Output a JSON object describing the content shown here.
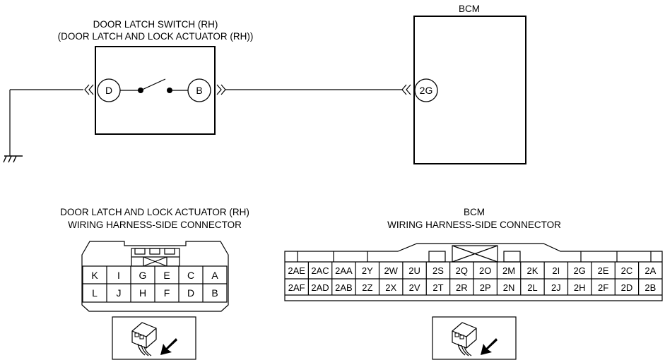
{
  "schematic": {
    "switch_title_line1": "DOOR LATCH SWITCH (RH)",
    "switch_title_line2": "(DOOR LATCH AND LOCK ACTUATOR (RH))",
    "bcm_title": "BCM",
    "switch_pin_left": "D",
    "switch_pin_right": "B",
    "bcm_pin": "2G"
  },
  "connector_left": {
    "title_line1": "DOOR LATCH AND LOCK ACTUATOR (RH)",
    "title_line2": "WIRING HARNESS-SIDE CONNECTOR",
    "row1": [
      "K",
      "I",
      "G",
      "E",
      "C",
      "A"
    ],
    "row2": [
      "L",
      "J",
      "H",
      "F",
      "D",
      "B"
    ]
  },
  "connector_right": {
    "title_line1": "BCM",
    "title_line2": "WIRING HARNESS-SIDE CONNECTOR",
    "row1": [
      "2AE",
      "2AC",
      "2AA",
      "2Y",
      "2W",
      "2U",
      "2S",
      "2Q",
      "2O",
      "2M",
      "2K",
      "2I",
      "2G",
      "2E",
      "2C",
      "2A"
    ],
    "row2": [
      "2AF",
      "2AD",
      "2AB",
      "2Z",
      "2X",
      "2V",
      "2T",
      "2R",
      "2P",
      "2N",
      "2L",
      "2J",
      "2H",
      "2F",
      "2D",
      "2B"
    ]
  }
}
